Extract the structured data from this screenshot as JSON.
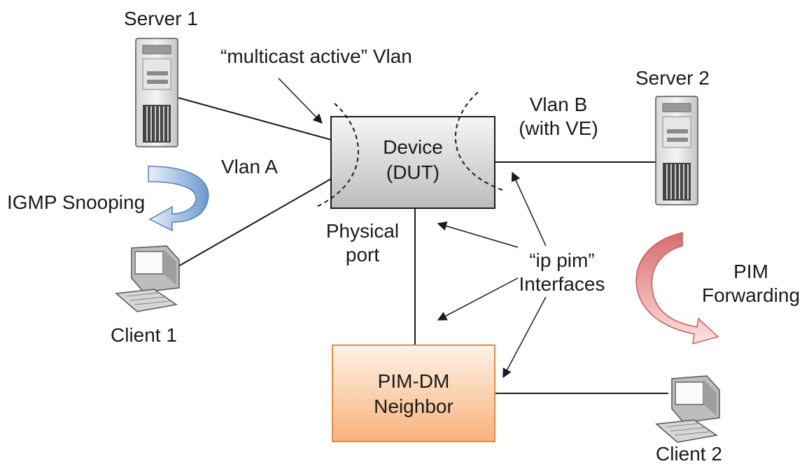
{
  "nodes": {
    "server1": {
      "label": "Server 1"
    },
    "server2": {
      "label": "Server 2"
    },
    "client1": {
      "label": "Client 1"
    },
    "client2": {
      "label": "Client 2"
    },
    "device": {
      "line1": "Device",
      "line2": "(DUT)"
    },
    "pim_neighbor": {
      "line1": "PIM-DM",
      "line2": "Neighbor"
    }
  },
  "labels": {
    "multicast_vlan": "“multicast active” Vlan",
    "vlan_a": "Vlan A",
    "vlan_b_line1": "Vlan B",
    "vlan_b_line2": "(with VE)",
    "igmp_snooping": "IGMP Snooping",
    "physical_port_line1": "Physical",
    "physical_port_line2": "port",
    "ip_pim_line1": "“ip pim”",
    "ip_pim_line2": "Interfaces",
    "pim_forwarding_line1": "PIM",
    "pim_forwarding_line2": "Forwarding"
  },
  "colors": {
    "device_fill_top": "#f4f4f4",
    "device_fill_bottom": "#bdbdbd",
    "neighbor_fill_top": "#fff1e4",
    "neighbor_fill_bottom": "#f6b480",
    "neighbor_border": "#e08a45",
    "igmp_arrow": "#7fa6d6",
    "pim_arrow": "#e88585"
  }
}
